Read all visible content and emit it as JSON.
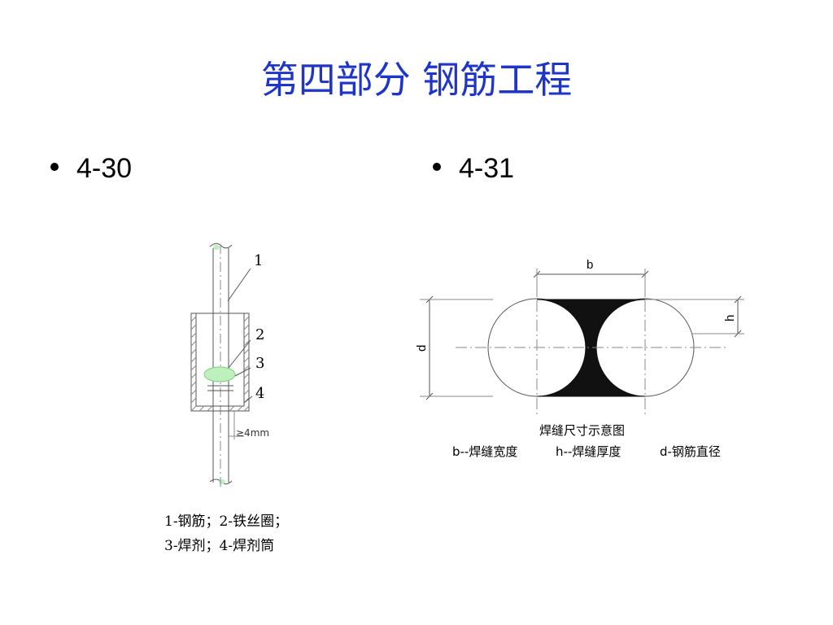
{
  "title": "第四部分  钢筋工程",
  "bullets": [
    {
      "label": "4-30"
    },
    {
      "label": "4-31"
    }
  ],
  "fig_left": {
    "callouts": [
      "1",
      "2",
      "3",
      "4"
    ],
    "dimension_label": "≥4mm",
    "caption_line1": "1-钢筋；2-铁丝圈；",
    "caption_line2": "3-焊剂；4-焊剂筒"
  },
  "fig_right": {
    "dim_b": "b",
    "dim_h": "h",
    "dim_d": "d",
    "caption_title": "焊缝尺寸示意图",
    "legend_b": "b--焊缝宽度",
    "legend_h": "h--焊缝厚度",
    "legend_d": "d-钢筋直径"
  },
  "colors": {
    "title": "#1f35c8",
    "flux_fill": "#bdf0bd",
    "line": "#444444"
  }
}
